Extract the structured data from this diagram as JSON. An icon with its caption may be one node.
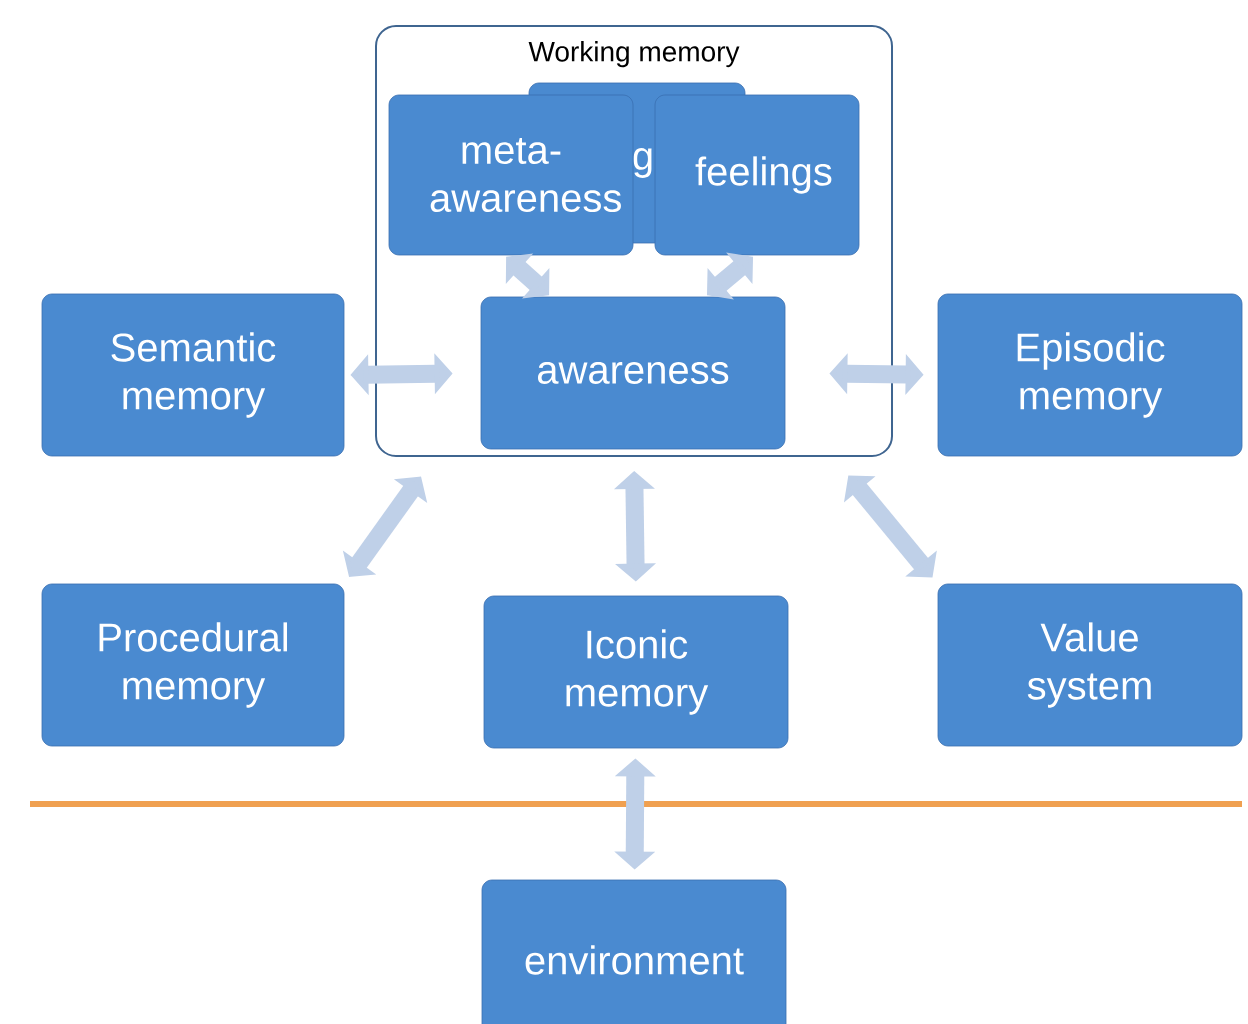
{
  "diagram": {
    "nodes": [
      {
        "text": [
          "Working memory"
        ]
      },
      {
        "text": [
          "g"
        ],
        "in": 0
      },
      {
        "text": [
          "meta- awareness"
        ],
        "in": 0
      },
      {
        "text": [
          "feelings"
        ],
        "in": 0
      },
      {
        "text": [
          "awareness"
        ],
        "in": 0
      },
      {
        "text": [
          "Semantic memory"
        ]
      },
      {
        "text": [
          "Episodic memory"
        ]
      },
      {
        "text": [
          "Procedural memory"
        ]
      },
      {
        "text": [
          "Iconic memory"
        ]
      },
      {
        "text": [
          "Value system"
        ]
      },
      {
        "text": [
          "environment"
        ]
      }
    ],
    "edges": [
      {
        "from": 2,
        "to": 4,
        "arrow": "both"
      },
      {
        "from": 3,
        "to": 4,
        "arrow": "both"
      },
      {
        "from": 5,
        "to": 4,
        "arrow": "both"
      },
      {
        "from": 4,
        "to": 6,
        "arrow": "both"
      },
      {
        "from": 0,
        "to": 7,
        "arrow": "both"
      },
      {
        "from": 0,
        "to": 8,
        "arrow": "both"
      },
      {
        "from": 0,
        "to": 9,
        "arrow": "both"
      },
      {
        "from": 8,
        "to": 10,
        "arrow": "both"
      }
    ]
  }
}
